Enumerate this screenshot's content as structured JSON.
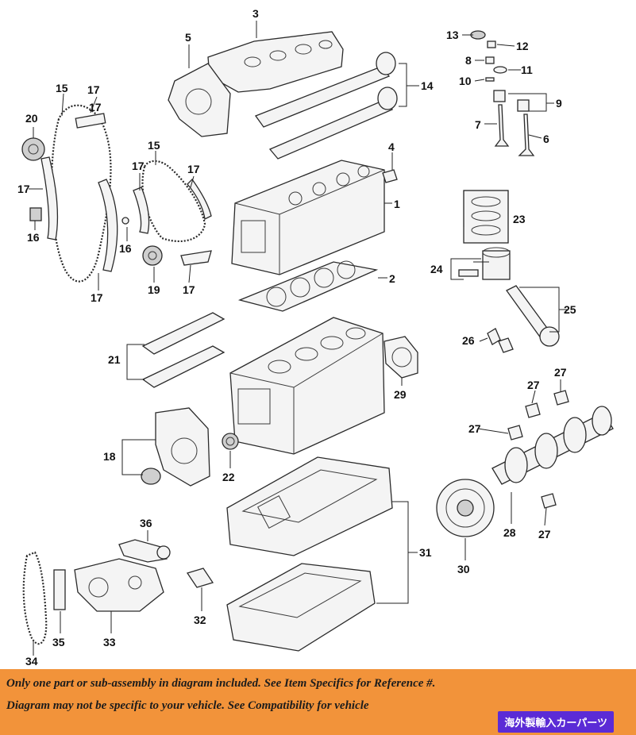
{
  "diagram": {
    "callouts": [
      {
        "id": "c1",
        "label": "1"
      },
      {
        "id": "c2",
        "label": "2"
      },
      {
        "id": "c3",
        "label": "3"
      },
      {
        "id": "c4",
        "label": "4"
      },
      {
        "id": "c5",
        "label": "5"
      },
      {
        "id": "c6",
        "label": "6"
      },
      {
        "id": "c7",
        "label": "7"
      },
      {
        "id": "c8",
        "label": "8"
      },
      {
        "id": "c9",
        "label": "9"
      },
      {
        "id": "c10",
        "label": "10"
      },
      {
        "id": "c11",
        "label": "11"
      },
      {
        "id": "c12",
        "label": "12"
      },
      {
        "id": "c13",
        "label": "13"
      },
      {
        "id": "c14",
        "label": "14"
      },
      {
        "id": "c15a",
        "label": "15"
      },
      {
        "id": "c15b",
        "label": "15"
      },
      {
        "id": "c16a",
        "label": "16"
      },
      {
        "id": "c16b",
        "label": "16"
      },
      {
        "id": "c17a",
        "label": "17"
      },
      {
        "id": "c17b",
        "label": "17"
      },
      {
        "id": "c17c",
        "label": "17"
      },
      {
        "id": "c17d",
        "label": "17"
      },
      {
        "id": "c17e",
        "label": "17"
      },
      {
        "id": "c17f",
        "label": "17"
      },
      {
        "id": "c17g",
        "label": "17"
      },
      {
        "id": "c18",
        "label": "18"
      },
      {
        "id": "c19",
        "label": "19"
      },
      {
        "id": "c20",
        "label": "20"
      },
      {
        "id": "c21",
        "label": "21"
      },
      {
        "id": "c22",
        "label": "22"
      },
      {
        "id": "c23",
        "label": "23"
      },
      {
        "id": "c24",
        "label": "24"
      },
      {
        "id": "c25",
        "label": "25"
      },
      {
        "id": "c26",
        "label": "26"
      },
      {
        "id": "c27a",
        "label": "27"
      },
      {
        "id": "c27b",
        "label": "27"
      },
      {
        "id": "c27c",
        "label": "27"
      },
      {
        "id": "c27d",
        "label": "27"
      },
      {
        "id": "c28",
        "label": "28"
      },
      {
        "id": "c29",
        "label": "29"
      },
      {
        "id": "c30",
        "label": "30"
      },
      {
        "id": "c31",
        "label": "31"
      },
      {
        "id": "c32",
        "label": "32"
      },
      {
        "id": "c33",
        "label": "33"
      },
      {
        "id": "c34",
        "label": "34"
      },
      {
        "id": "c35",
        "label": "35"
      },
      {
        "id": "c36",
        "label": "36"
      }
    ]
  },
  "banner": {
    "line1": "Only one part or sub-assembly in diagram included. See Item Specifics for Reference #.",
    "line2": "Diagram may not be specific to your vehicle. See Compatibility for vehicle"
  },
  "watermark": "海外製輸入カーパーツ"
}
